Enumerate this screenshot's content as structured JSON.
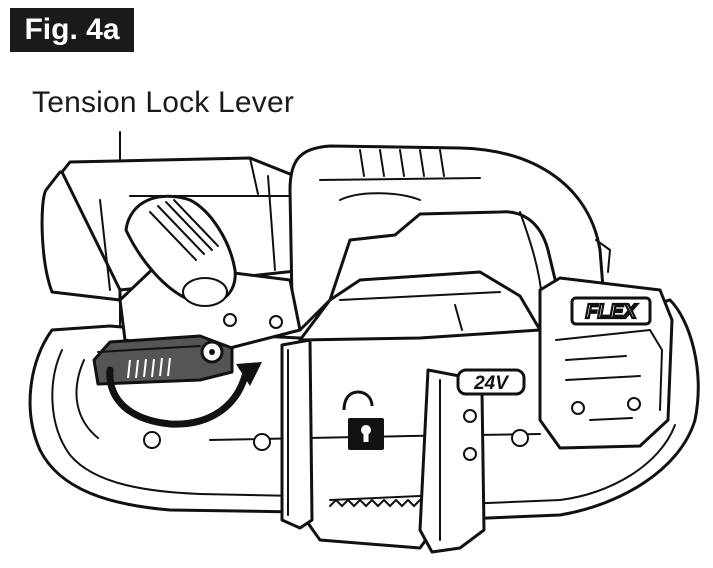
{
  "figure": {
    "label": "Fig. 4a"
  },
  "callout": {
    "text": "Tension Lock Lever"
  },
  "saw_badges": {
    "brand": "FLEX",
    "voltage": "24V"
  },
  "colors": {
    "ink": "#111111",
    "lever_fill": "#555555",
    "background": "#ffffff"
  },
  "icons": [
    "unlocked-padlock-icon",
    "locked-padlock-icon",
    "rotate-arrow-icon"
  ]
}
